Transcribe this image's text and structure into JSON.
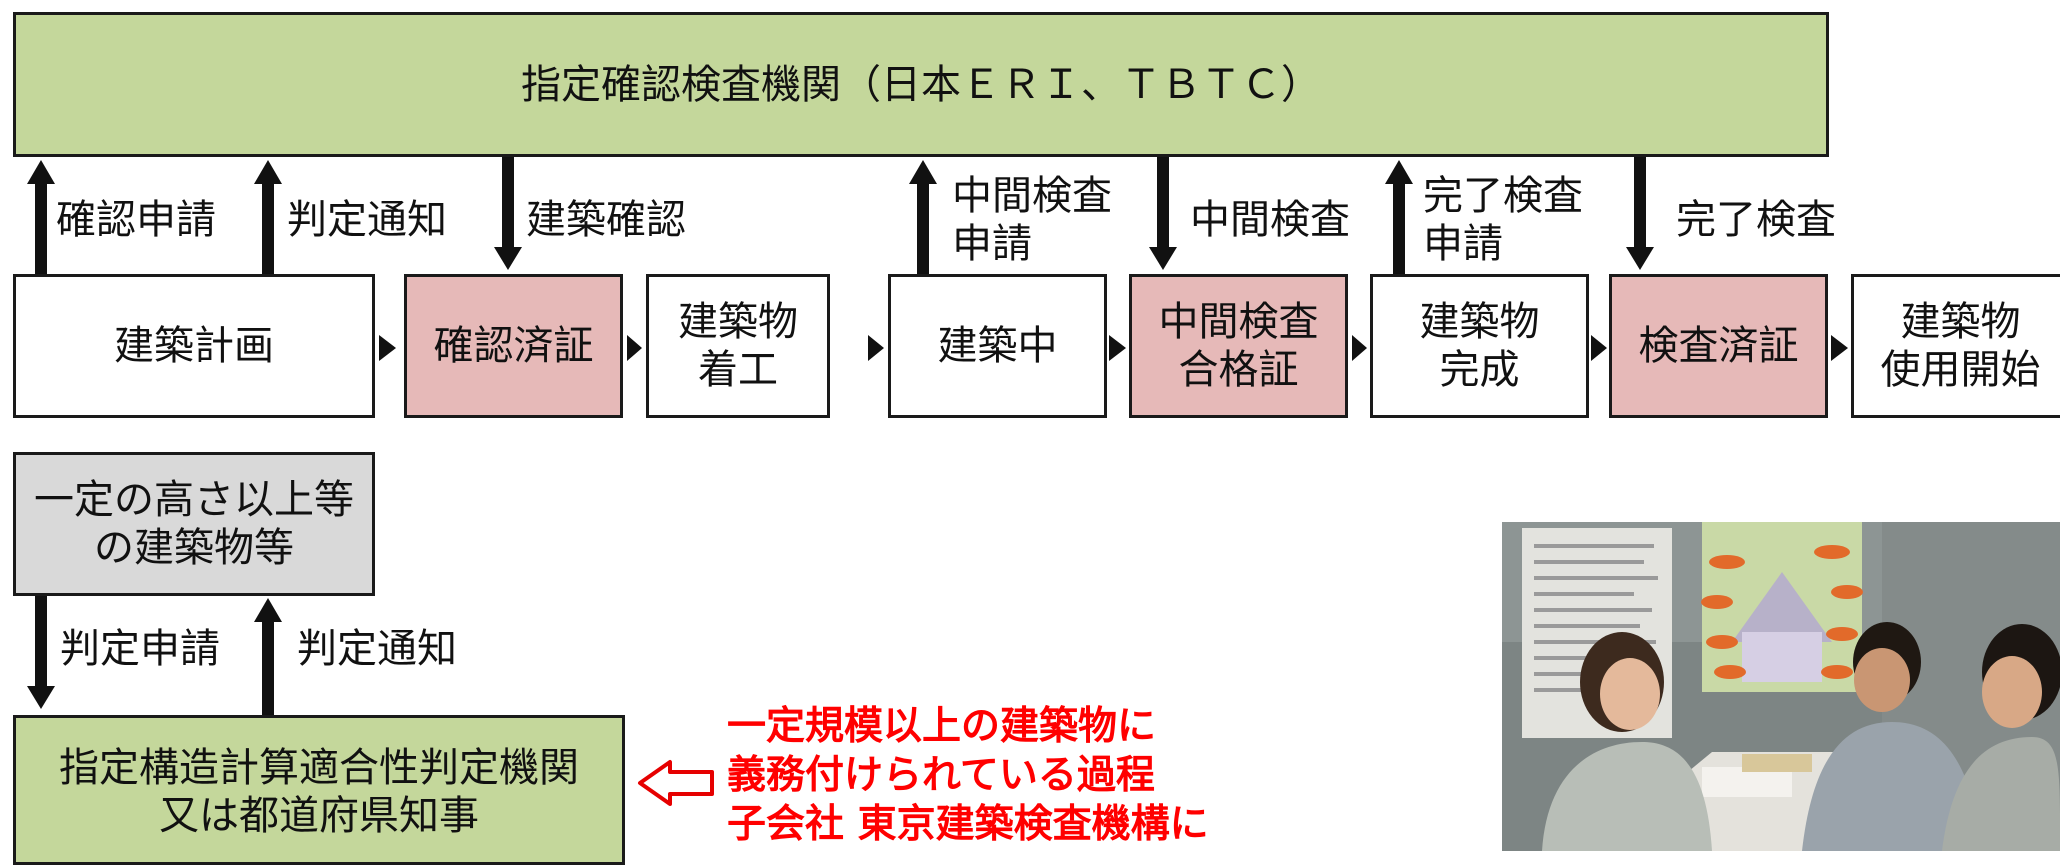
{
  "top_agency": {
    "label": "指定確認検査機関（日本ＥＲＩ、ＴＢＴＣ）"
  },
  "flow_steps": [
    {
      "label": "建築計画",
      "highlight": false
    },
    {
      "label": "確認済証",
      "highlight": true
    },
    {
      "label": "建築物\n着工",
      "highlight": false
    },
    {
      "label": "建築中",
      "highlight": false
    },
    {
      "label": "中間検査\n合格証",
      "highlight": true
    },
    {
      "label": "建築物\n完成",
      "highlight": false
    },
    {
      "label": "検査済証",
      "highlight": true
    },
    {
      "label": "建築物\n使用開始",
      "highlight": false
    }
  ],
  "top_arrows": [
    {
      "label": "確認申請",
      "direction": "up"
    },
    {
      "label": "判定通知",
      "direction": "up"
    },
    {
      "label": "建築確認",
      "direction": "down"
    },
    {
      "label": "中間検査\n申請",
      "direction": "up"
    },
    {
      "label": "中間検査",
      "direction": "down"
    },
    {
      "label": "完了検査\n申請",
      "direction": "up"
    },
    {
      "label": "完了検査",
      "direction": "down"
    }
  ],
  "height_box": {
    "label": "一定の高さ以上等\nの建築物等"
  },
  "lower_arrows": [
    {
      "label": "判定申請",
      "direction": "down"
    },
    {
      "label": "判定通知",
      "direction": "up"
    }
  ],
  "structural_agency": {
    "label": "指定構造計算適合性判定機関\n又は都道府県知事"
  },
  "note": {
    "text": "一定規模以上の建築物に\n義務付けられている過程\n子会社 東京建築検査機構に"
  },
  "photo": {
    "icon": "office-meeting-photo"
  },
  "colors": {
    "agency_green": "#c4d79b",
    "certificate_pink": "#e6b9b8",
    "neutral_grey": "#d9d9d9",
    "note_red": "#ff0000"
  }
}
